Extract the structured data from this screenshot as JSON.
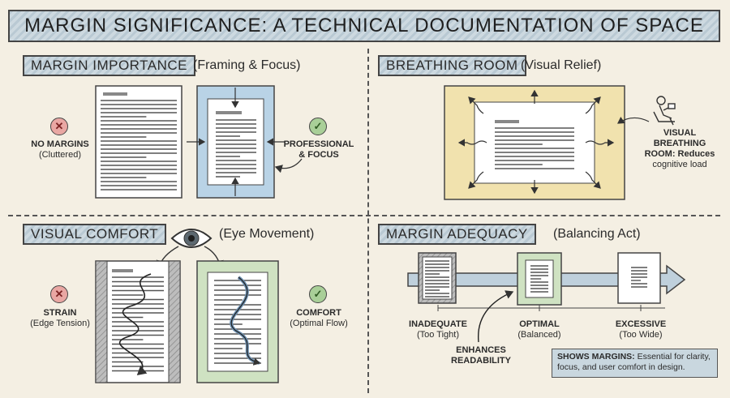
{
  "title": "MARGIN SIGNIFICANCE: A TECHNICAL DOCUMENTATION OF SPACE",
  "sections": {
    "importance": {
      "label": "MARGIN IMPORTANCE",
      "sub": "(Framing & Focus)",
      "left_title": "NO MARGINS",
      "left_sub": "(Cluttered)",
      "right_title": "PROFESSIONAL",
      "right_sub": "& FOCUS"
    },
    "breathing": {
      "label": "BREATHING ROOM",
      "sub": "(Visual Relief)",
      "caption_1": "VISUAL",
      "caption_2": "BREATHING",
      "caption_3": "ROOM: Reduces",
      "caption_4": "cognitive load"
    },
    "comfort": {
      "label": "VISUAL COMFORT",
      "sub": "(Eye Movement)",
      "left_title": "STRAIN",
      "left_sub": "(Edge Tension)",
      "right_title": "COMFORT",
      "right_sub": "(Optimal Flow)"
    },
    "adequacy": {
      "label": "MARGIN ADEQUACY",
      "sub": "(Balancing Act)",
      "inadequate": "INADEQUATE",
      "inadequate_sub": "(Too Tight)",
      "optimal": "OPTIMAL",
      "optimal_sub": "(Balanced)",
      "excessive": "EXCESSIVE",
      "excessive_sub": "(Too Wide)",
      "enhances_1": "ENHANCES",
      "enhances_2": "READABILITY",
      "note_bold": "SHOWS MARGINS:",
      "note_text": "Essential for clarity, focus, and user comfort in design."
    }
  },
  "colors": {
    "banner": "#c3d2db",
    "blue_frame": "#b9d3e6",
    "yellow_frame": "#f1e2ae",
    "green_frame": "#cfe2c2",
    "gray_frame": "#cfcfcf",
    "error": "#e9a7a3",
    "ok": "#a9cf98"
  },
  "icons": [
    "x-icon",
    "check-icon",
    "eye-icon",
    "reader-icon",
    "arrow-icon"
  ]
}
